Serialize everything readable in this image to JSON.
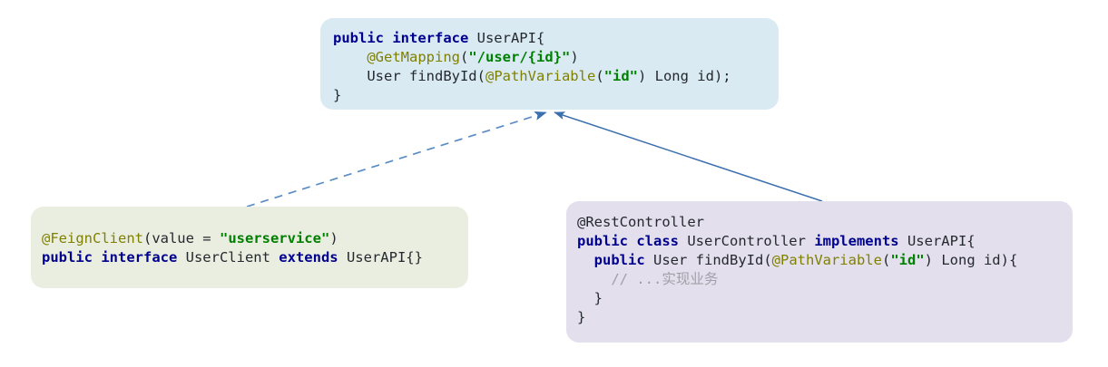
{
  "diagram": {
    "type": "uml-class-relationship",
    "title": "",
    "colors": {
      "interface_box_bg": "#d9eaf2",
      "feign_box_bg": "#eaeee0",
      "controller_box_bg": "#e3dfec",
      "edge": "#3b6fad",
      "keyword": "#00008f",
      "annotation": "#808000",
      "string": "#008000",
      "comment": "#a0a0a8",
      "text": "#24292e"
    },
    "nodes": [
      {
        "id": "userapi",
        "name": "UserAPI interface box",
        "lines": [
          [
            {
              "t": "public interface ",
              "c": "kw"
            },
            {
              "t": "UserAPI{",
              "c": "plain"
            }
          ],
          [
            {
              "t": "    ",
              "c": "plain"
            },
            {
              "t": "@GetMapping",
              "c": "ann"
            },
            {
              "t": "(",
              "c": "plain"
            },
            {
              "t": "\"/user/{id}\"",
              "c": "str"
            },
            {
              "t": ")",
              "c": "plain"
            }
          ],
          [
            {
              "t": "    User findById(",
              "c": "plain"
            },
            {
              "t": "@PathVariable",
              "c": "ann"
            },
            {
              "t": "(",
              "c": "plain"
            },
            {
              "t": "\"id\"",
              "c": "str"
            },
            {
              "t": ") Long id);",
              "c": "plain"
            }
          ],
          [
            {
              "t": "}",
              "c": "plain"
            }
          ]
        ]
      },
      {
        "id": "userclient",
        "name": "UserClient feign box",
        "lines": [
          [
            {
              "t": "@FeignClient",
              "c": "ann"
            },
            {
              "t": "(value = ",
              "c": "plain"
            },
            {
              "t": "\"userservice\"",
              "c": "str"
            },
            {
              "t": ")",
              "c": "plain"
            }
          ],
          [
            {
              "t": "public interface ",
              "c": "kw"
            },
            {
              "t": "UserClient ",
              "c": "plain"
            },
            {
              "t": "extends ",
              "c": "kw"
            },
            {
              "t": "UserAPI{}",
              "c": "plain"
            }
          ]
        ]
      },
      {
        "id": "usercontroller",
        "name": "UserController box",
        "lines": [
          [
            {
              "t": "@RestController",
              "c": "plain"
            }
          ],
          [
            {
              "t": "public class ",
              "c": "kw"
            },
            {
              "t": "UserController ",
              "c": "plain"
            },
            {
              "t": "implements ",
              "c": "kw"
            },
            {
              "t": "UserAPI{",
              "c": "plain"
            }
          ],
          [
            {
              "t": "  ",
              "c": "plain"
            },
            {
              "t": "public ",
              "c": "kw"
            },
            {
              "t": "User findById(",
              "c": "plain"
            },
            {
              "t": "@PathVariable",
              "c": "ann"
            },
            {
              "t": "(",
              "c": "plain"
            },
            {
              "t": "\"id\"",
              "c": "str"
            },
            {
              "t": ") Long id){",
              "c": "plain"
            }
          ],
          [
            {
              "t": "    ",
              "c": "plain"
            },
            {
              "t": "// ...实现业务",
              "c": "cmt"
            }
          ],
          [
            {
              "t": "  }",
              "c": "plain"
            }
          ],
          [
            {
              "t": "}",
              "c": "plain"
            }
          ]
        ]
      }
    ],
    "edges": [
      {
        "id": "edge-userclient-to-userapi",
        "from": "userclient",
        "to": "userapi",
        "style": "dashed",
        "arrow": "open-arrow",
        "label": ""
      },
      {
        "id": "edge-usercontroller-to-userapi",
        "from": "usercontroller",
        "to": "userapi",
        "style": "solid",
        "arrow": "open-arrow",
        "label": ""
      }
    ]
  }
}
